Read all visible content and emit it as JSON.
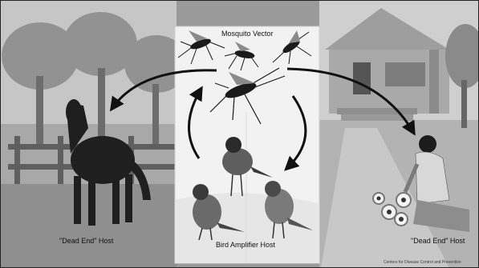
{
  "diagram": {
    "center_title": "Mosquito Vector",
    "left_label": "\"Dead End\" Host",
    "right_label": "\"Dead End\" Host",
    "bottom_label": "Bird Amplifier Host",
    "credit": "Centers for Disease Control and Prevention"
  },
  "colors": {
    "background": "#9a9a9a",
    "panel": "#f2f2f2",
    "sky": "#bdbdbd",
    "arrow": "#111111"
  }
}
